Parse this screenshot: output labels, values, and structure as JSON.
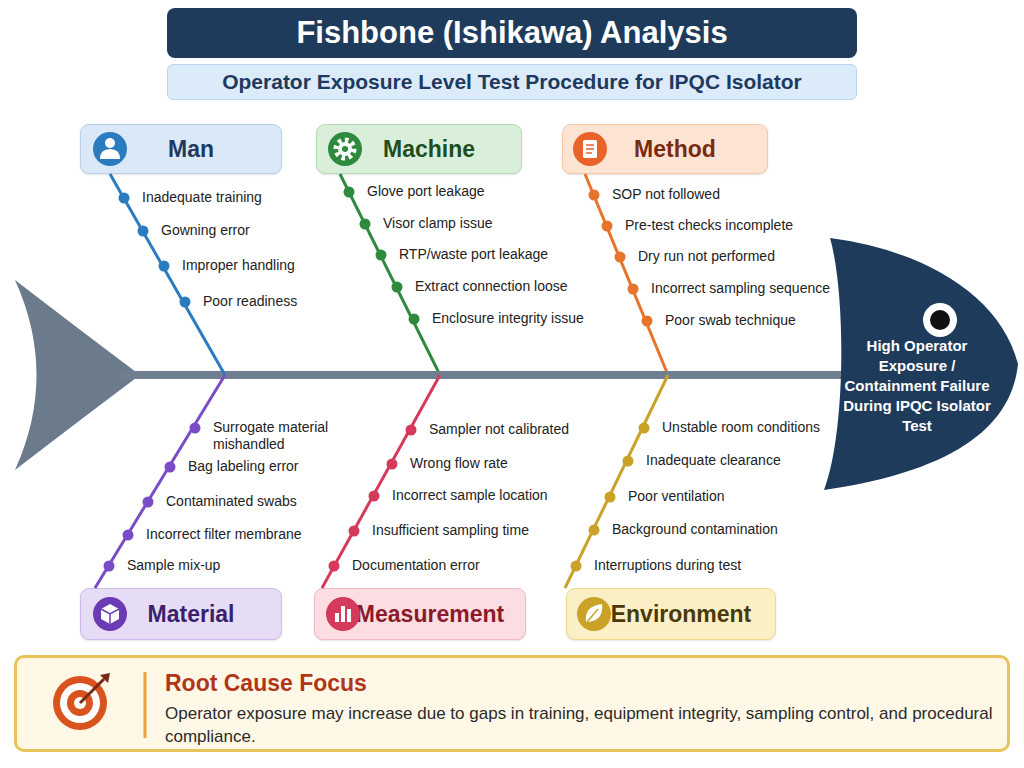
{
  "diagram": {
    "title": "Fishbone (Ishikawa) Analysis",
    "nodes": [
      {
        "text": [
          "Operator Exposure Level Test Procedure for IPQC Isolator"
        ]
      },
      {
        "text": [
          "Man"
        ]
      },
      {
        "text": [
          "Machine"
        ]
      },
      {
        "text": [
          "Method"
        ]
      },
      {
        "text": [
          "High Operator Exposure / Containment Failure During IPQC Isolator Test"
        ]
      },
      {
        "text": [
          "Material"
        ]
      },
      {
        "text": [
          "Measurement"
        ]
      },
      {
        "text": [
          "Environment"
        ]
      },
      {
        "text": [
          "Root Cause Focus",
          "Operator exposure may increase due to gaps in training, equipment integrity, sampling control, and procedural compliance."
        ]
      }
    ],
    "edges": [
      {
        "from": 1,
        "to": 4,
        "arrow": "none"
      },
      {
        "from": 2,
        "to": 4,
        "arrow": "none"
      },
      {
        "from": 3,
        "to": 4,
        "arrow": "none"
      },
      {
        "from": 5,
        "to": 4,
        "arrow": "none"
      },
      {
        "from": 6,
        "to": 4,
        "arrow": "none"
      },
      {
        "from": 7,
        "to": 4,
        "arrow": "none"
      }
    ],
    "labels": [
      "Inadequate training",
      "Gowning error",
      "Improper handling",
      "Poor readiness",
      "Glove port leakage",
      "Visor clamp issue",
      "RTP/waste port leakage",
      "Extract connection loose",
      "Enclosure integrity issue",
      "SOP not followed",
      "Pre-test checks incomplete",
      "Dry run not performed",
      "Incorrect sampling sequence",
      "Poor swab technique",
      "Surrogate material mishandled",
      "Bag labeling error",
      "Contaminated swabs",
      "Incorrect filter membrane",
      "Sample mix-up",
      "Sampler not calibrated",
      "Wrong flow rate",
      "Incorrect sample location",
      "Insufficient sampling time",
      "Documentation error",
      "Unstable room conditions",
      "Inadequate clearance",
      "Poor ventilation",
      "Background contamination",
      "Interruptions during test"
    ]
  }
}
